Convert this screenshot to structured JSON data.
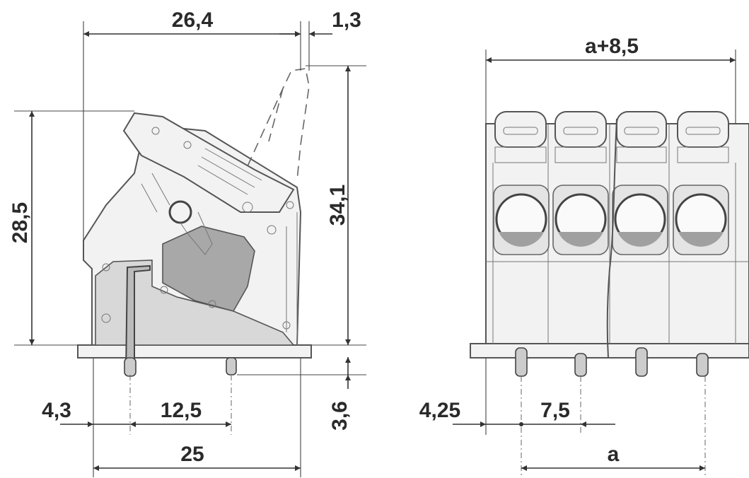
{
  "dimensions": {
    "top_width": "26,4",
    "offset": "1,3",
    "height_left": "28,5",
    "height_total": "34,1",
    "pin_offset": "4,3",
    "pin_pitch_side": "12,5",
    "base_width": "25",
    "pin_length": "3,6",
    "front_width": "a+8,5",
    "front_offset": "4,25",
    "front_pitch": "7,5",
    "front_a": "a"
  },
  "colors": {
    "line": "#333333",
    "body_fill": "#f2f2f2",
    "body_shade": "#d8d8d8",
    "clamp_fill": "#a8a8a8"
  }
}
